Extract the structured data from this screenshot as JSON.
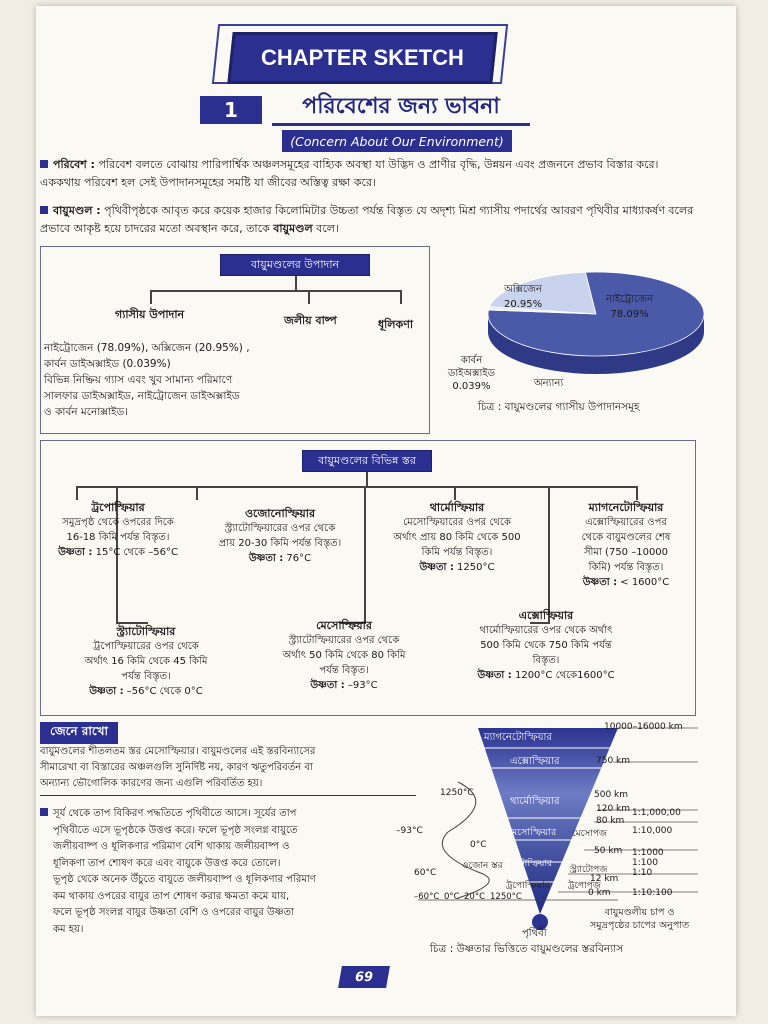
{
  "chapter_sketch": "CHAPTER SKETCH",
  "section_number": "1",
  "section_title_bn": "পরিবেশের জন্য ভাবনা",
  "section_title_en": "(Concern About Our Environment)",
  "para1_term": "পরিবেশ :",
  "para1_text": "পরিবেশ বলতে বোঝায় পারিপার্শ্বিক অঞ্চলসমূহের বাহ্যিক অবস্থা যা উদ্ভিদ ও প্রাণীর বৃদ্ধি, উন্নয়ন এবং প্রজননে প্রভাব বিস্তার করে। এককথায় পরিবেশ হল সেই উপাদানসমূহের সমষ্টি যা জীবের অস্তিত্ব রক্ষা করে।",
  "para2_term": "বায়ুমণ্ডল :",
  "para2_text": "পৃথিবীপৃষ্ঠকে আবৃত করে কয়েক হাজার কিলোমিটার উচ্চতা পর্যন্ত বিস্তৃত যে অদৃশ্য মিশ্র গ্যাসীয় পদার্থের আবরণ পৃথিবীর মাধ্যাকর্ষণ বলের প্রভাবে আকৃষ্ট হয়ে চাদরের মতো অবস্থান করে, তাকে",
  "para2_bold_end": "বায়ুমণ্ডল",
  "para2_tail": "বলে।",
  "components": {
    "title": "বায়ুমণ্ডলের উপাদান",
    "gas": "গ্যাসীয় উপাদান",
    "vapour": "জলীয় বাষ্প",
    "dust": "ধূলিকণা",
    "gas_line1": "নাইট্রোজেন (78.09%), অক্সিজেন (20.95%) ,",
    "gas_line2": "কার্বন ডাইঅক্সাইড (0.039%)",
    "gas_line3": "বিভিন্ন নিষ্ক্রিয় গ্যাস এবং খুব সামান্য পরিমাণে",
    "gas_line4": "সালফার ডাইঅক্সাইড, নাইট্রোজেন ডাইঅক্সাইড",
    "gas_line5": "ও কার্বন মনোক্সাইড।"
  },
  "chart_data": {
    "type": "pie",
    "categories": [
      "নাইট্রোজেন",
      "অক্সিজেন",
      "কার্বন ডাইঅক্সাইড",
      "অন্যান্য"
    ],
    "values": [
      78.09,
      20.95,
      0.039,
      0.921
    ],
    "labels": {
      "oxygen_name": "অক্সিজেন",
      "oxygen_value": "20.95%",
      "nitrogen_name": "নাইট্রোজেন",
      "nitrogen_value": "78.09%",
      "co2_line1": "কার্বন",
      "co2_line2": "ডাইঅক্সাইড",
      "co2_value": "0.039%",
      "others": "অন্যান্য"
    },
    "colors": [
      "#4a5aa8",
      "#c9d3ee",
      "#8a8fb5",
      "#e5e8f5"
    ],
    "caption": "চিত্র : বায়ুমণ্ডলের গ্যাসীয় উপাদানসমূহ"
  },
  "layers": {
    "title": "বায়ুমণ্ডলের বিভিন্ন স্তর",
    "troposphere": {
      "name": "ট্রপোস্ফিয়ার",
      "l1": "সমুদ্রপৃষ্ঠ থেকে ওপরের দিকে",
      "l2": "16-18 কিমি পর্যন্ত বিস্তৃত।",
      "temp_label": "উষ্ণতা :",
      "temp": "15°C থেকে –56°C"
    },
    "ozonosphere": {
      "name": "ওজোনোস্ফিয়ার",
      "l1": "স্ট্র্যাটোস্ফিয়ারের ওপর থেকে",
      "l2": "প্রায় 20-30 কিমি পর্যন্ত বিস্তৃত।",
      "temp_label": "উষ্ণতা :",
      "temp": "76°C"
    },
    "thermosphere": {
      "name": "থার্মোস্ফিয়ার",
      "l1": "মেসোস্ফিয়ারের ওপর থেকে",
      "l2": "অর্থাৎ প্রায় 80 কিমি থেকে 500",
      "l3": "কিমি পর্যন্ত বিস্তৃত।",
      "temp_label": "উষ্ণতা :",
      "temp": "1250°C"
    },
    "magnetosphere": {
      "name": "ম্যাগনেটোস্ফিয়ার",
      "l1": "এক্সোস্ফিয়ারের ওপর",
      "l2": "থেকে বায়ুমণ্ডলের শেষ",
      "l3": "সীমা (750 –10000",
      "l4": "কিমি) পর্যন্ত বিস্তৃত।",
      "temp_label": "উষ্ণতা :",
      "temp": "< 1600°C"
    },
    "stratosphere": {
      "name": "স্ট্র্যাটোস্ফিয়ার",
      "l1": "ট্রপোস্ফিয়ারের ওপর থেকে",
      "l2": "অর্থাৎ 16 কিমি থেকে 45 কিমি",
      "l3": "পর্যন্ত বিস্তৃত।",
      "temp_label": "উষ্ণতা :",
      "temp": "–56°C থেকে 0°C"
    },
    "mesosphere": {
      "name": "মেসোস্ফিয়ার",
      "l1": "স্ট্র্যাটোস্ফিয়ারের ওপর থেকে",
      "l2": "অর্থাৎ 50 কিমি থেকে 80 কিমি",
      "l3": "পর্যন্ত বিস্তৃত।",
      "temp_label": "উষ্ণতা :",
      "temp": "–93°C"
    },
    "exosphere": {
      "name": "এক্সোস্ফিয়ার",
      "l1": "থার্মোস্ফিয়ারের ওপর থেকে অর্থাৎ",
      "l2": "500 কিমি থেকে 750 কিমি পর্যন্ত",
      "l3": "বিস্তৃত।",
      "temp_label": "উষ্ণতা :",
      "temp": "1200°C থেকে1600°C"
    }
  },
  "note": {
    "head": "জেনে রাখো",
    "l1": "বায়ুমণ্ডলের শীতলতম স্তর মেসোস্ফিয়ার। বায়ুমণ্ডলের এই স্তরবিন্যাসের",
    "l2": "সীমারেখা বা বিস্তারের অঞ্চলগুলি সুনির্দিষ্ট নয়, কারণ ঋতুপরিবর্তন বা",
    "l3": "অন্যান্য ভৌগোলিক কারণের জন্য এগুলি পরিবর্তিত হয়।"
  },
  "heat": {
    "l1": "সূর্য থেকে তাপ বিকিরণ পদ্ধতিতে পৃথিবীতে আসে। সূর্যের তাপ",
    "l2": "পৃথিবীতে এসে ভূপৃষ্ঠকে উত্তপ্ত করে। ফলে ভূপৃষ্ঠ সংলগ্ন বায়ুতে",
    "l3": "জলীয়বাষ্প ও ধূলিকণার পরিমাণ বেশি থাকায় জলীয়বাষ্প ও",
    "l4": "ধূলিকণা তাপ শোষণ করে এবং বায়ুকে উত্তপ্ত করে তোলে।",
    "l5": "ভূপৃষ্ঠ থেকে অনেক উঁচুতে বায়ুতে জলীয়বাষ্প ও ধূলিকণার পরিমাণ",
    "l6": "কম থাকায় ওপরের বায়ুর তাপ শোষণ করার ক্ষমতা কমে যায়,",
    "l7": "ফলে ভূপৃষ্ঠ সংলগ্ন বায়ুর উষ্ণতা বেশি ও ওপরের বায়ুর উষ্ণতা",
    "l8": "কম হয়।"
  },
  "cone": {
    "magnetosphere": "ম্যাগনেটোস্ফিয়ার",
    "exosphere": "এক্সোস্ফিয়ার",
    "thermosphere": "থার্মোস্ফিয়ার",
    "mesosphere": "মেসোস্ফিয়ার",
    "mesopause": "মেসোপজ",
    "ozone_layer": "ওজোন স্তর",
    "stratosphere": "স্ট্র্যাটোস্ফিয়ার",
    "stratopause": "স্ট্র্যাটোপজ",
    "troposphere": "ট্রপোস্ফিয়ার",
    "tropopause": "ট্রপোপজ",
    "earth": "পৃথিবী",
    "km_top": "10000–16000 km",
    "km_750": "750 km",
    "km_500": "500 km",
    "km_120": "120 km",
    "km_80": "80 km",
    "km_50": "50 km",
    "km_12": "12 km",
    "km_0": "0 km",
    "t_1250": "1250°C",
    "t_m93": "–93°C",
    "t_0": "0°C",
    "t_60": "60°C",
    "axis_m60": "–60°C",
    "axis_0": "0°C",
    "axis_20": "20°C",
    "axis_1250": "1250°C",
    "r1": "1:1,000,00",
    "r2": "1:10,000",
    "r3": "1:1000",
    "r4": "1:100",
    "r5": "1:10",
    "r6": "1:10:100",
    "ratio_label1": "বায়ুমণ্ডলীয় চাপ ও",
    "ratio_label2": "সমুদ্রপৃষ্ঠের চাপের অনুপাত",
    "caption": "চিত্র : উষ্ণতার ভিত্তিতে বায়ুমণ্ডলের স্তরবিন্যাস"
  },
  "page_number": "69"
}
